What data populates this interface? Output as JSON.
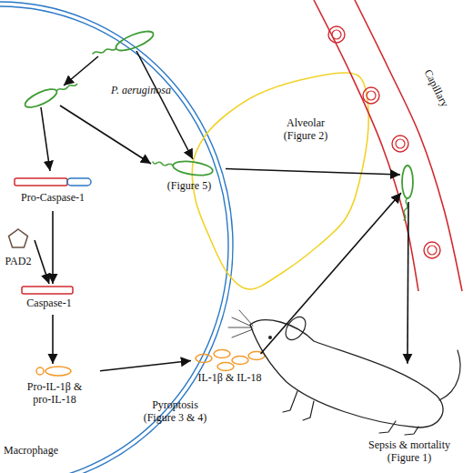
{
  "diagram": {
    "nodes": [
      {
        "text": [
          "Macrophage"
        ]
      },
      {
        "text": [
          "Pro-Caspase-1"
        ],
        "in": 0
      },
      {
        "text": [
          "PAD2"
        ],
        "in": 0
      },
      {
        "text": [
          "Caspase-1"
        ],
        "in": 0
      },
      {
        "text": [
          "Pro-IL-1β & pro-IL-18"
        ],
        "in": 0
      },
      {
        "text": [
          "P. aeruginosa"
        ]
      },
      {
        "text": [
          "Alveolar (Figure 2)"
        ]
      },
      {
        "text": [
          "(Figure 5)"
        ]
      },
      {
        "text": [
          "IL-1β & IL-18"
        ]
      },
      {
        "text": [
          "Capillary"
        ]
      },
      {
        "text": [
          "Sepsis & mortality (Figure 1)"
        ]
      }
    ],
    "edges": [
      {
        "from": 1,
        "to": 3,
        "arrow": "to"
      },
      {
        "from": 2,
        "to": 3,
        "arrow": "to"
      },
      {
        "from": 3,
        "to": 4,
        "arrow": "to"
      },
      {
        "from": 4,
        "to": 8,
        "arrow": "to"
      },
      {
        "from": 8,
        "to": 9,
        "arrow": "to"
      },
      {
        "from": 5,
        "to": 7,
        "arrow": "to"
      },
      {
        "from": 7,
        "to": 9,
        "arrow": "to"
      },
      {
        "from": 9,
        "to": 10,
        "arrow": "to"
      }
    ],
    "labels": [
      "Pyroptosis (Figure 3 & 4)"
    ]
  }
}
